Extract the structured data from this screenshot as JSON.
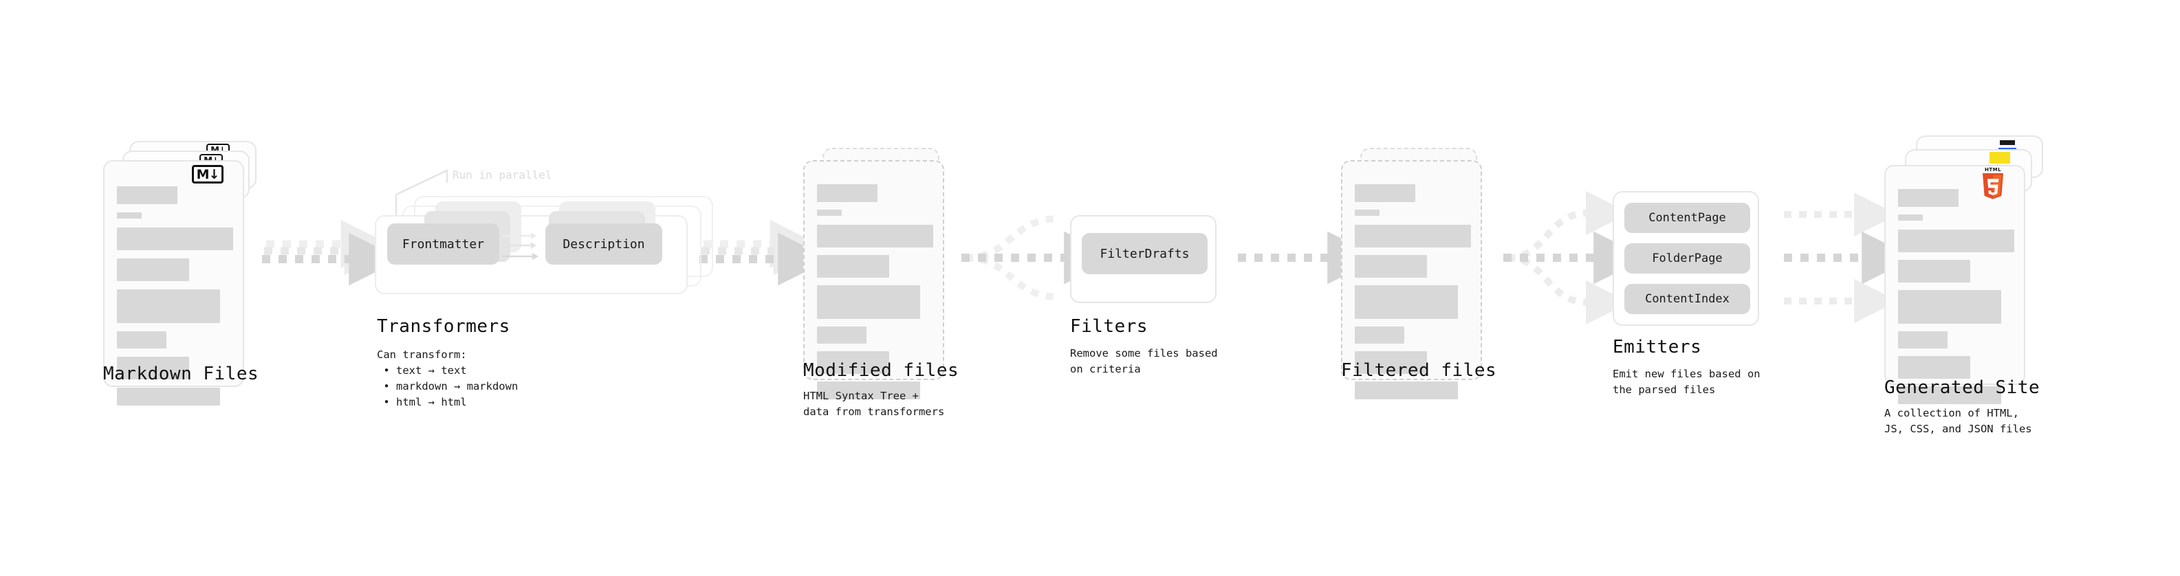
{
  "diagram": {
    "title_font": "monospace",
    "accent_colors": {
      "bar": "#d8d8d8",
      "card_border": "#e6e6e6",
      "dashed_border": "#cfcfcf",
      "arrow": "#d5d5d5",
      "html5": "#e44d26",
      "javascript": "#f7df1e",
      "css": "#2965f1",
      "ink": "#111111",
      "muted_note": "#dcdcdc"
    }
  },
  "stages": [
    {
      "id": "markdown-files",
      "title": "Markdown Files",
      "subtitle": "",
      "badge": "M↓",
      "badge_name": "markdown-badge",
      "card_style": "solid",
      "stack_count": 3
    },
    {
      "id": "transformers",
      "title": "Transformers",
      "subtitle": "Can transform:\n • text → text\n • markdown → markdown\n • html → html",
      "note": "Run in parallel",
      "items": [
        "Frontmatter",
        "Description"
      ],
      "stack_count": 3
    },
    {
      "id": "modified-files",
      "title": "Modified files",
      "subtitle": "HTML Syntax Tree +\ndata from transformers",
      "card_style": "dashed",
      "stack_count": 2
    },
    {
      "id": "filters",
      "title": "Filters",
      "subtitle": "Remove some files based\non criteria",
      "items": [
        "FilterDrafts"
      ],
      "stack_count": 1
    },
    {
      "id": "filtered-files",
      "title": "Filtered files",
      "subtitle": "",
      "card_style": "dashed",
      "stack_count": 2
    },
    {
      "id": "emitters",
      "title": "Emitters",
      "subtitle": "Emit new files based on\nthe parsed files",
      "items": [
        "ContentPage",
        "FolderPage",
        "ContentIndex"
      ],
      "stack_count": 1
    },
    {
      "id": "generated-site",
      "title": "Generated Site",
      "subtitle": "A collection of HTML,\nJS, CSS, and JSON files",
      "badges": [
        "HTML5",
        "JS",
        "CSS"
      ],
      "card_style": "solid",
      "stack_count": 3
    }
  ],
  "doc_bars": [
    {
      "w": 88,
      "h": 26,
      "t": 36
    },
    {
      "w": 36,
      "h": 9,
      "t": 74
    },
    {
      "w": 186,
      "h": 33,
      "t": 96
    },
    {
      "w": 111,
      "h": 33,
      "t": 141
    },
    {
      "w": 164,
      "h": 49,
      "t": 186
    },
    {
      "w": 76,
      "h": 25,
      "t": 247
    },
    {
      "w": 111,
      "h": 33,
      "t": 284
    },
    {
      "w": 161,
      "h": 26,
      "t": 329
    }
  ],
  "connectors": [
    {
      "from": "markdown-files",
      "to": "transformers",
      "kind": "triple-dotted-arrow"
    },
    {
      "from": "transformers",
      "to": "modified-files",
      "kind": "triple-dotted-arrow"
    },
    {
      "from": "modified-files",
      "to": "filters",
      "kind": "fan-in-dotted-arrow"
    },
    {
      "from": "filters",
      "to": "filtered-files",
      "kind": "dotted-arrow"
    },
    {
      "from": "filtered-files",
      "to": "emitters",
      "kind": "fan-out-dotted-arrow"
    },
    {
      "from": "emitters",
      "to": "generated-site",
      "kind": "triple-dotted-arrow"
    }
  ]
}
